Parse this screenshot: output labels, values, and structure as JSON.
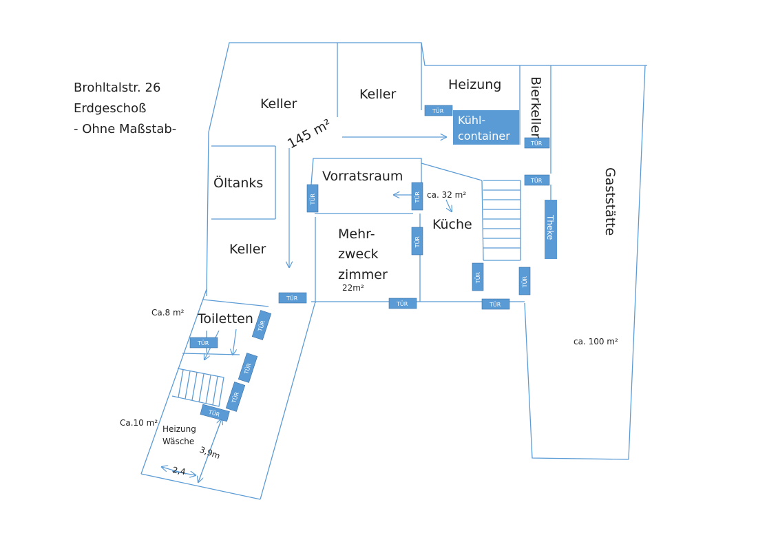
{
  "header": {
    "line1": "Brohltalstr. 26",
    "line2": "Erdgeschoß",
    "line3": "- Ohne Maßstab-"
  },
  "rooms": {
    "keller_1": "Keller",
    "keller_2": "Keller",
    "keller_3": "Keller",
    "area_145": "145 m²",
    "heizung": "Heizung",
    "bierkeller": "Bierkeller",
    "kuehl_line1": "Kühl-",
    "kuehl_line2": "container",
    "oeltanks": "Öltanks",
    "vorratsraum": "Vorratsraum",
    "mehr_line1": "Mehr-",
    "mehr_line2": "zweck",
    "mehr_line3": "zimmer",
    "area_22": "22m²",
    "area_32": "ca. 32 m²",
    "kueche": "Küche",
    "theke": "Theke",
    "gaststaette": "Gaststätte",
    "area_100": "ca. 100 m²",
    "toiletten": "Toiletten",
    "area_8": "Ca.8 m²",
    "area_10": "Ca.10 m²",
    "heizung_2": "Heizung",
    "waesche": "Wäsche",
    "dim_39": "3,9m",
    "dim_24": "2,4"
  },
  "door_label": "TÜR",
  "colors": {
    "wall": "#5b9bd5",
    "door": "#5b9bd5",
    "text": "#222222"
  }
}
